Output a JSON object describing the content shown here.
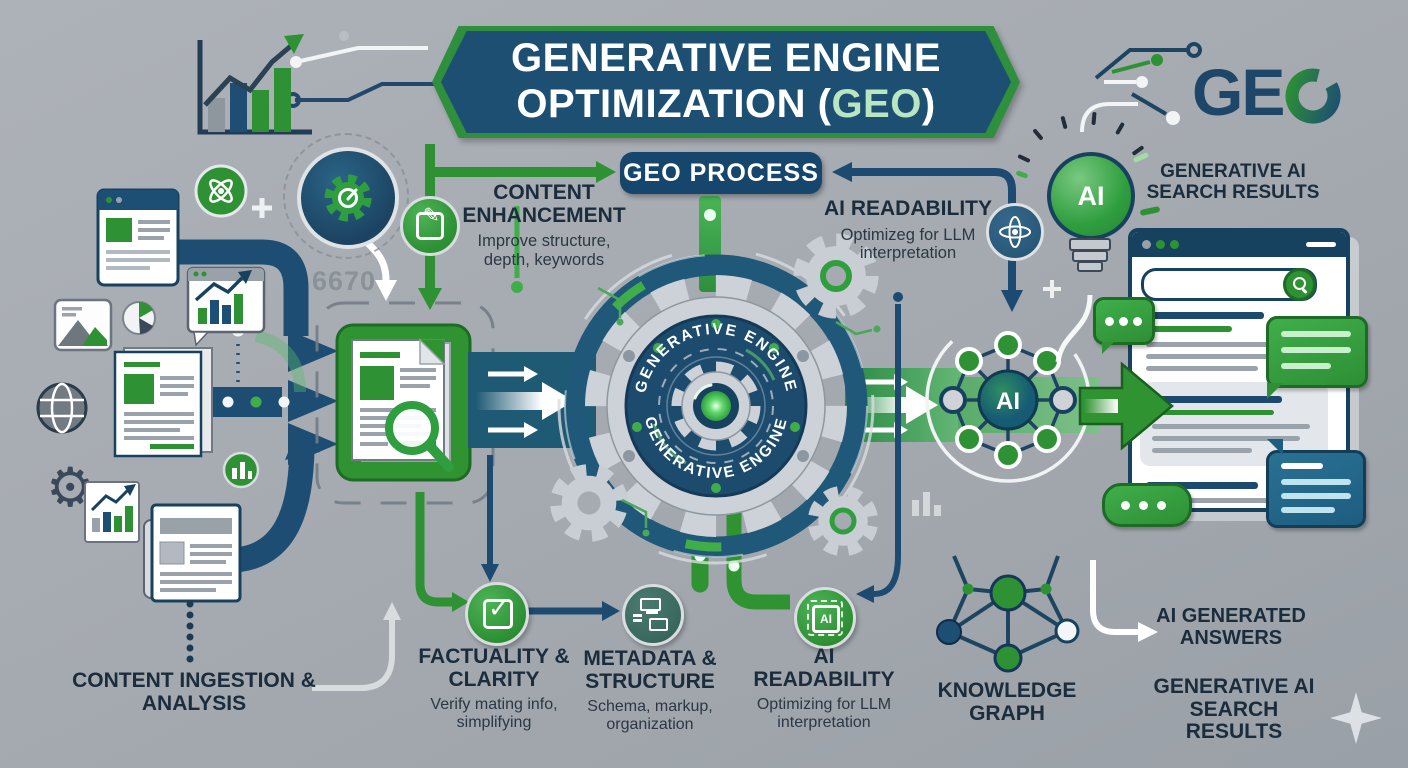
{
  "palette": {
    "bg": "#a6abb1",
    "navy": "#1d4e74",
    "navy_deep": "#17425f",
    "green": "#2e9234",
    "green_bright": "#3fae4a",
    "green_light": "#b9e6c0",
    "teal": "#39685f",
    "ink": "#1b2c3d"
  },
  "banner": {
    "line1": "GENERATIVE ENGINE",
    "line2_pre": "OPTIMIZATION (",
    "line2_geo": "GEO",
    "line2_post": ")"
  },
  "logo": {
    "ge": "GE"
  },
  "process_badge": {
    "label": "GEO PROCESS"
  },
  "engine": {
    "arc_top": "GENERATIVE ENGINE",
    "arc_bottom": "GENERATIVE ENGINE"
  },
  "watermark": {
    "value": "6670"
  },
  "steps": {
    "content_enhancement": {
      "title": "CONTENT ENHANCEMENT",
      "desc": "Improve structure, depth, keywords"
    },
    "ai_readability_top": {
      "title": "AI READABILITY",
      "desc": "Optimizeg for LLM interpretation"
    },
    "factuality": {
      "title": "FACTUALITY & CLARITY",
      "desc": "Verify mating info, simplifying"
    },
    "metadata": {
      "title": "METADATA & STRUCTURE",
      "desc": "Schema, markup, organization"
    },
    "ai_readability_bottom": {
      "title": "AI READABILITY",
      "desc": "Optimizing for LLM interpretation"
    }
  },
  "labels": {
    "content_ingestion": "CONTENT INGESTION & ANALYSIS",
    "knowledge_graph": "KNOWLEDGE GRAPH",
    "gen_ai_results_top": "GENERATIVE AI SEARCH RESULTS",
    "ai_generated_answers": "AI GENERATED ANSWERS",
    "gen_ai_results_bottom": "GENERATIVE AI SEARCH RESULTS"
  },
  "badges": {
    "bulb_ai": "AI",
    "network_ai": "AI",
    "chip_ai": "AI"
  }
}
